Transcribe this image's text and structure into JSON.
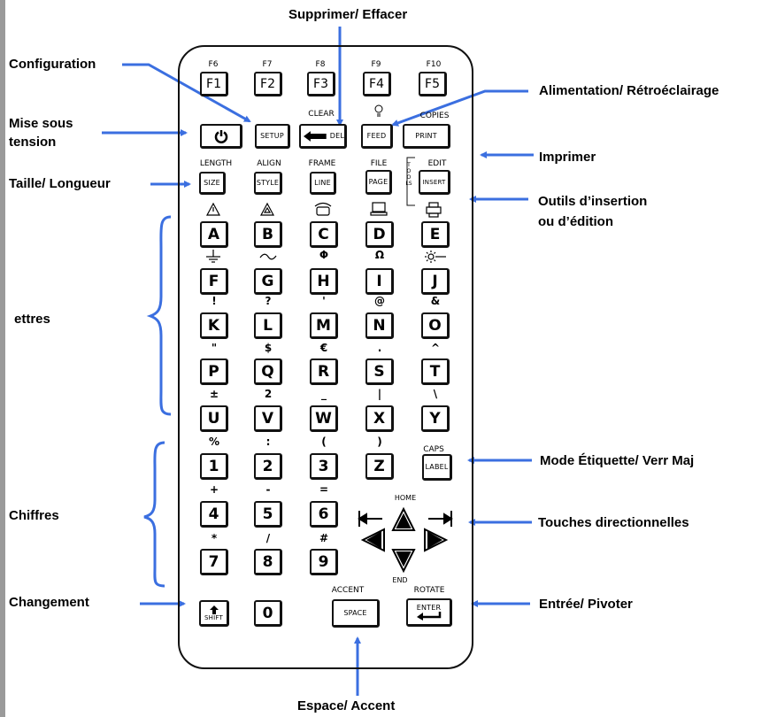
{
  "annotations": {
    "supprimer": "Supprimer/ Effacer",
    "configuration": "Configuration",
    "alimentation": "Alimentation/ Rétroéclairage",
    "mise_line1": "Mise sous",
    "mise_line2": "tension",
    "imprimer": "Imprimer",
    "taille": "Taille/ Longueur",
    "outils_line1": "Outils d’insertion",
    "outils_line2": "ou d’édition",
    "lettres": "ettres",
    "mode": "Mode Étiquette/ Verr Maj",
    "chiffres": "Chiffres",
    "touches": "Touches directionnelles",
    "changement": "Changement",
    "entree": "Entrée/ Pivoter",
    "espace": "Espace/ Accent"
  },
  "keys": {
    "f1": "F1",
    "f2": "F2",
    "f3": "F3",
    "f4": "F4",
    "f5": "F5",
    "f6": "F6",
    "f7": "F7",
    "f8": "F8",
    "f9": "F9",
    "f10": "F10",
    "setup": "SETUP",
    "del": "DEL",
    "feed": "FEED",
    "print": "PRINT",
    "clear": "CLEAR",
    "copies": "COPIES",
    "length": "LENGTH",
    "align": "ALIGN",
    "frame": "FRAME",
    "file": "FILE",
    "edit": "EDIT",
    "tools": "TOOLS",
    "size": "SIZE",
    "style": "STYLE",
    "line": "LINE",
    "page": "PAGE",
    "insert": "INSERT",
    "a": "A",
    "b": "B",
    "c": "C",
    "d": "D",
    "e": "E",
    "f": "F",
    "g": "G",
    "h": "H",
    "i": "I",
    "j": "J",
    "k": "K",
    "l": "L",
    "m": "M",
    "n": "N",
    "o": "O",
    "p": "P",
    "q": "Q",
    "r": "R",
    "s": "S",
    "t": "T",
    "u": "U",
    "v": "V",
    "w": "W",
    "x": "X",
    "y": "Y",
    "n1": "1",
    "n2": "2",
    "n3": "3",
    "z": "Z",
    "label": "LABEL",
    "caps": "CAPS",
    "n4": "4",
    "n5": "5",
    "n6": "6",
    "n7": "7",
    "n8": "8",
    "n9": "9",
    "shift": "SHIFT",
    "n0": "0",
    "space": "SPACE",
    "accent": "ACCENT",
    "enter": "ENTER",
    "rotate": "ROTATE",
    "home": "HOME",
    "end": "END"
  },
  "symbols": {
    "h": "Φ",
    "i": "Ω",
    "k": "!",
    "l": "?",
    "m": "'",
    "n": "@",
    "o": "&",
    "p": "\"",
    "q": "$",
    "r": "€",
    "s": ".",
    "t": "^",
    "u": "±",
    "v": "2",
    "w": "_",
    "x": "|",
    "y": "\\",
    "n1": "%",
    "n2": ":",
    "n3": "(",
    "z": ")",
    "n4": "+",
    "n5": "-",
    "n6": "=",
    "n7": "*",
    "n8": "/",
    "n9": "#"
  },
  "icons": [
    "power-icon",
    "backspace-arrow-icon",
    "lightbulb-icon",
    "warning-icon",
    "hazard-icon",
    "telephone-icon",
    "computer-icon",
    "printer-icon",
    "ground-icon",
    "ac-wave-icon",
    "light-icon",
    "shift-arrow-icon",
    "enter-arrow-icon",
    "arrow-up-icon",
    "arrow-down-icon",
    "arrow-left-icon",
    "arrow-right-icon",
    "home-bar-icon",
    "end-bar-icon"
  ],
  "colors": {
    "arrow": "#3b6fe0",
    "key_outline": "#111111"
  }
}
